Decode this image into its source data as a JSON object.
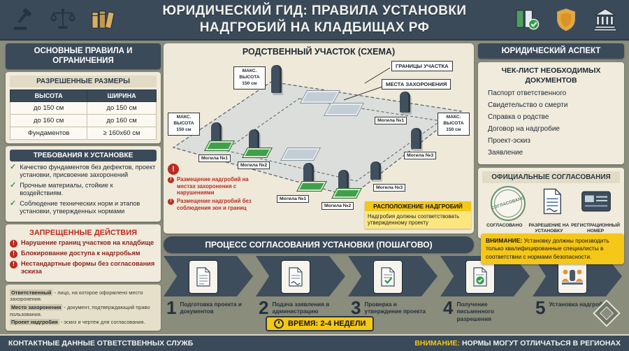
{
  "page": {
    "language": "ru",
    "kind": "infographic-poster"
  },
  "colors": {
    "background": "#8a8c7c",
    "header_bg": "#3b4a59",
    "panel_bg": "#f0ebdc",
    "accent_red": "#b92c21",
    "accent_green": "#2f9e48",
    "accent_yellow": "#f4c718"
  },
  "header": {
    "title_line1": "ЮРИДИЧЕСКИЙ ГИД: ПРАВИЛА УСТАНОВКИ",
    "title_line2": "НАДГРОБИЙ НА КЛАДБИЩАХ РФ",
    "left_icons": [
      "gavel",
      "scales-of-justice",
      "archive-folders"
    ],
    "right_icons": [
      "approved-documents",
      "security-shield",
      "government-building"
    ]
  },
  "left_column": {
    "main_header": "ОСНОВНЫЕ ПРАВИЛА И ОГРАНИЧЕНИЯ",
    "sizes": {
      "header": "РАЗРЕШЕННЫЕ РАЗМЕРЫ",
      "columns": [
        "ВЫСОТА",
        "ШИРИНА"
      ],
      "rows": [
        [
          "до 150 см",
          "до 150 см"
        ],
        [
          "до 160 см",
          "до 160 см"
        ],
        [
          "Фундаментов",
          "≥ 160x60 см"
        ]
      ]
    },
    "requirements": {
      "header": "ТРЕБОВАНИЯ К УСТАНОВКЕ",
      "items": [
        "Качество фундаментов без дефектов, проект установки, присвоение захоронений",
        "Прочные материалы, стойкие к воздействиям.",
        "Соблюдение технических норм и этапов установки, утвержденных нормами"
      ]
    },
    "prohibited": {
      "header": "ЗАПРЕЩЕННЫЕ ДЕЙСТВИЯ",
      "items": [
        "Нарушение границ участков на кладбище",
        "Блокирование доступа к надгробьям",
        "Нестандартные формы без согласования эскиза"
      ]
    },
    "definitions": [
      {
        "term": "Ответственный",
        "text": "- лицо, на которое оформлено место захоронения."
      },
      {
        "term": "Место захоронения",
        "text": "- документ, подтверждающий право пользования."
      },
      {
        "term": "Проект надгробия",
        "text": "- эскиз и чертеж для согласования."
      }
    ]
  },
  "scheme": {
    "title": "РОДСТВЕННЫЙ УЧАСТОК (СХЕМА)",
    "labels": {
      "borders": "ГРАНИЦЫ УЧАСТКА",
      "burial_places": "МЕСТА ЗАХОРОНЕНИЯ",
      "max_height": "МАКС. ВЫСОТА 150 см"
    },
    "graves": [
      "Могила №1",
      "Могила №1",
      "Могила №2",
      "Могила №3",
      "Могила №1",
      "Могила №2",
      "Могила №3"
    ],
    "violations": [
      "Размещение надгробий на местах захоронения с нарушениями",
      "Размещение надгробий без соблюдения зон и границ"
    ],
    "placement_title": "РАСПОЛОЖЕНИЕ НАДГРОБИЙ",
    "placement_text": "Надгробия должны соответствовать утвержденному проекту"
  },
  "process": {
    "title": "ПРОЦЕСС СОГЛАСОВАНИЯ УСТАНОВКИ (ПОШАГОВО)",
    "steps": [
      {
        "num": "1",
        "label": "Подготовка проекта и документов"
      },
      {
        "num": "2",
        "label": "Подача заявления в администрацию"
      },
      {
        "num": "3",
        "label": "Проверка и утверждение проекта"
      },
      {
        "num": "4",
        "label": "Получение письменного разрешения"
      },
      {
        "num": "5",
        "label": "Установка надгробия"
      }
    ],
    "time_badge": "ВРЕМЯ: 2-4 НЕДЕЛИ",
    "attention_title": "ВНИМАНИЕ:",
    "attention_text": "Установку должны производить только квалифицированные специалисты в соответствии с нормами безопасности."
  },
  "right_column": {
    "main_header": "ЮРИДИЧЕСКИЙ АСПЕКТ",
    "checklist": {
      "header": "ЧЕК-ЛИСТ НЕОБХОДИМЫХ ДОКУМЕНТОВ",
      "items": [
        "Паспорт ответственного",
        "Свидетельство о смерти",
        "Справка о родстве",
        "Договор на надгробие",
        "Проект-эскиз",
        "Заявление"
      ]
    },
    "approvals": {
      "header": "ОФИЦИАЛЬНЫЕ СОГЛАСОВАНИЯ",
      "stamp_text": "СОГЛАСОВАНО",
      "labels": [
        "СОГЛАСОВАНО",
        "РАЗРЕШЕНИЕ НА УСТАНОВКУ",
        "РЕГИСТРАЦИОННЫЙ НОМЕР"
      ]
    }
  },
  "footer": {
    "left_text": "КОНТАКТНЫЕ ДАННЫЕ ОТВЕТСТВЕННЫХ СЛУЖБ",
    "attention_word": "ВНИМАНИЕ:",
    "right_text": "НОРМЫ МОГУТ ОТЛИЧАТЬСЯ В РЕГИОНАХ"
  }
}
